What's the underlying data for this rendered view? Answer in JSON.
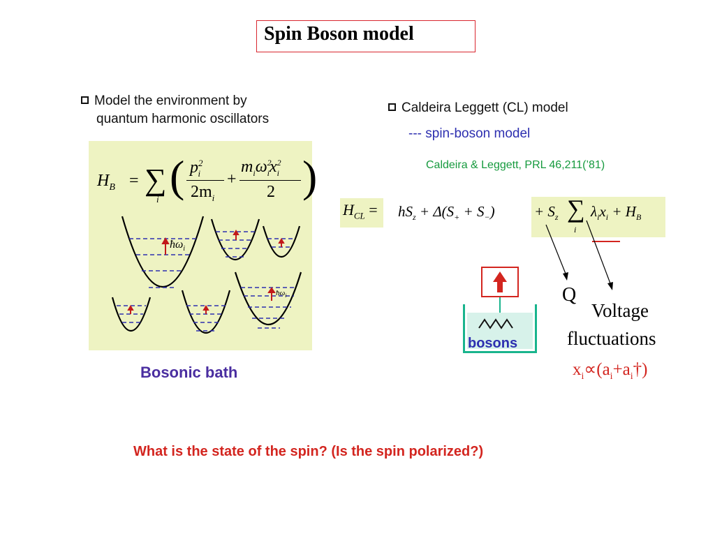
{
  "title": "Spin Boson model",
  "left": {
    "bullet_line1": "Model the environment by",
    "bullet_line2": "quantum harmonic oscillators",
    "equation": {
      "lhs": "H",
      "lhs_sub": "B",
      "equals": "=",
      "sum": "∑",
      "sum_index": "i",
      "num1": "p",
      "num1_sub": "i",
      "num1_sup": "2",
      "den1": "2m",
      "den1_sub": "i",
      "plus": "+",
      "num2": "m",
      "num2_sub1": "i",
      "num2_omega": "ω",
      "num2_sub2": "i",
      "num2_sup": "2",
      "num2_x": "x",
      "num2_sub3": "i",
      "num2_sup2": "2",
      "den2": "2"
    },
    "hbar_omega": "ħω",
    "hbar_omega_sub": "i",
    "bath_label": "Bosonic bath"
  },
  "right": {
    "bullet": "Caldeira Leggett (CL) model",
    "sub": "--- spin-boson model",
    "reference": "Caldeira & Leggett, PRL 46,211(’81)",
    "hamiltonian": {
      "lhs": "H",
      "lhs_sub": "CL",
      "equals": "=",
      "term1": "hS",
      "term1_sub": "z",
      "term2": "+ Δ(S",
      "term2_sub1": "+",
      "term2_mid": " + S",
      "term2_sub2": "−",
      "term2_end": ")",
      "term3": "+ S",
      "term3_sub": "z",
      "sum": "∑",
      "sum_index": "i",
      "term4": "λ",
      "term4_sub": "i",
      "term4_x": "x",
      "term4_xsub": "i",
      "term5": "+ H",
      "term5_sub": "B"
    },
    "q_label": "Q",
    "voltage_line1": "Voltage",
    "voltage_line2": "fluctuations",
    "relation": "x",
    "relation_sub": "i",
    "relation_rest": "∝(a",
    "relation_sub2": "i",
    "relation_plus": "+a",
    "relation_sub3": "i",
    "relation_end": "†)",
    "bosons_label": "bosons"
  },
  "question": "What is the state of the spin?  (Is the spin polarized?)",
  "colors": {
    "panel": "#eef3c2",
    "title_border": "#d9262f",
    "blue": "#2d2fb0",
    "green": "#169a3e",
    "purple": "#4a2ea0",
    "red": "#d3251f",
    "teal": "#19b48d"
  }
}
